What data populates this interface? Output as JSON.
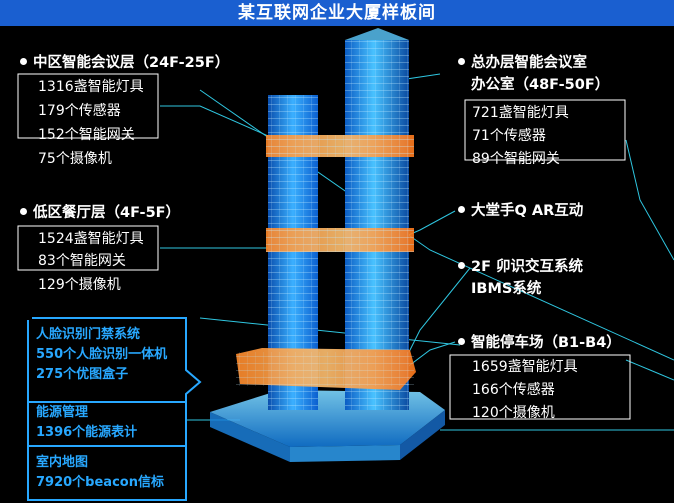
{
  "title": "某互联网企业大厦样板间",
  "callouts": {
    "mid_zone": {
      "heading": "中区智能会议层（24F-25F）",
      "lines": [
        "1316盏智能灯具",
        "179个传感器",
        "152个智能网关",
        "75个摄像机"
      ]
    },
    "low_zone": {
      "heading": "低区餐厅层（4F-5F）",
      "lines": [
        "1524盏智能灯具",
        "83个智能网关",
        "129个摄像机"
      ]
    },
    "exec_office": {
      "heading_1": "总办层智能会议室",
      "heading_2": "办公室（48F-50F）",
      "lines": [
        "721盏智能灯具",
        "71个传感器",
        "89个智能网关"
      ]
    },
    "lobby": {
      "heading": "大堂手Q AR互动"
    },
    "floor2": {
      "heading_1": "2F 卯识交互系统",
      "heading_2": "IBMS系统"
    },
    "parking": {
      "heading": "智能停车场（B1-B4）",
      "lines": [
        "1659盏智能灯具",
        "166个传感器",
        "120个摄像机"
      ]
    }
  },
  "blue_panel": {
    "groups": [
      {
        "lines": [
          "人脸识别门禁系统",
          "550个人脸识别一体机",
          "275个优图盒子"
        ]
      },
      {
        "lines": [
          "能源管理",
          "1396个能源表计"
        ]
      },
      {
        "lines": [
          "室内地图",
          "7920个beacon信标"
        ]
      }
    ]
  },
  "colors": {
    "title_bar": "#1a5fd0",
    "accent_blue": "#28a8ff",
    "callout_line": "#2fc6e0",
    "highlight_orange": "#ff9a3c"
  }
}
